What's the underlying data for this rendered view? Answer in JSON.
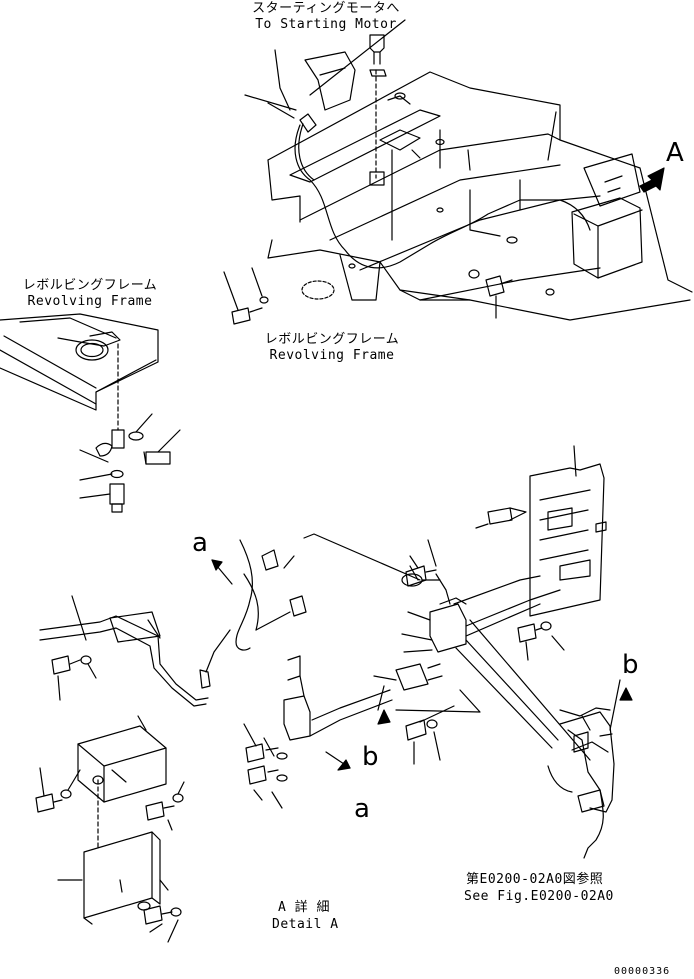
{
  "labels": {
    "starting_motor_jp": "スターティングモータへ",
    "starting_motor_en": "To Starting Motor",
    "revolving_frame_jp_left": "レボルビングフレーム",
    "revolving_frame_en_left": "Revolving Frame",
    "revolving_frame_jp_center": "レボルビングフレーム",
    "revolving_frame_en_center": "Revolving Frame",
    "view_a_marker": "A",
    "marker_a_upper": "a",
    "marker_a_lower": "a",
    "marker_b_left": "b",
    "marker_b_right": "b",
    "see_fig_jp": "第E0200-02A0図参照",
    "see_fig_en": "See Fig.E0200-02A0",
    "detail_a_jp": "A 詳 細",
    "detail_a_en": "Detail A",
    "drawing_number": "00000336"
  },
  "colors": {
    "line": "#000000",
    "background": "#ffffff"
  }
}
